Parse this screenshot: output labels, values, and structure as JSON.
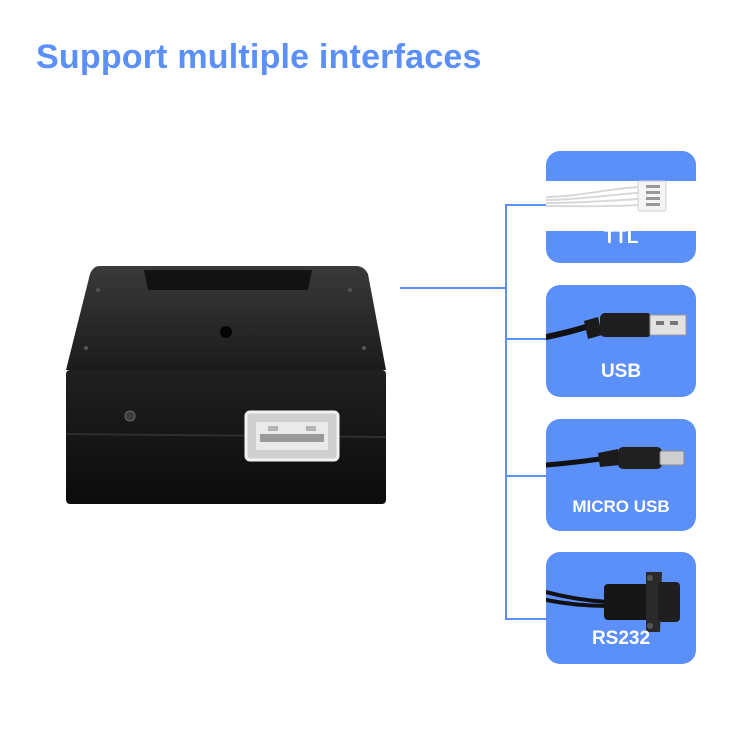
{
  "headline": "Support multiple interfaces",
  "interfaces": [
    {
      "label": "TTL",
      "icon": "ttl-cable-icon"
    },
    {
      "label": "USB",
      "icon": "usb-cable-icon"
    },
    {
      "label": "MICRO USB",
      "icon": "micro-usb-cable-icon"
    },
    {
      "label": "RS232",
      "icon": "rs232-cable-icon"
    }
  ],
  "colors": {
    "accent": "#5b8ff9",
    "card_text": "#ffffff",
    "device_body": "#151515"
  }
}
